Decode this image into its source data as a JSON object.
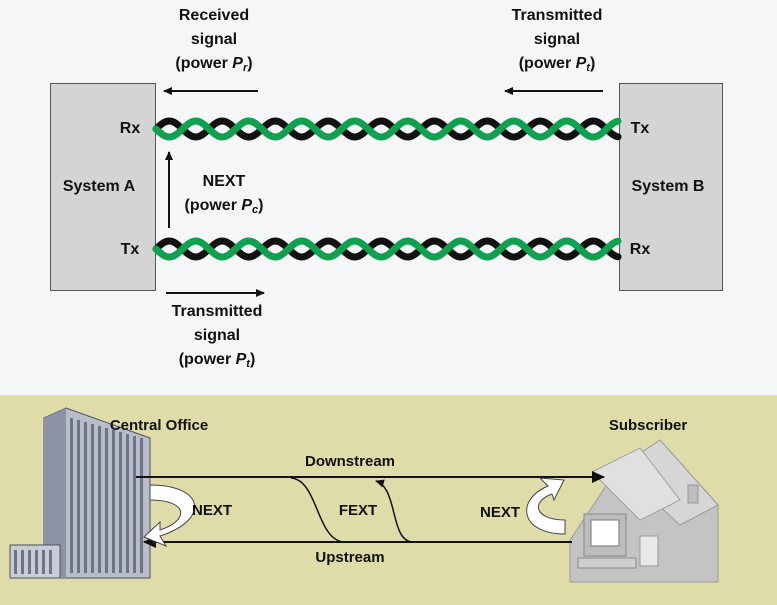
{
  "top": {
    "received": {
      "line1": "Received",
      "line2": "signal",
      "prefix": "(power ",
      "sym": "P",
      "sub": "r",
      "suffix": ")"
    },
    "transmitted_b": {
      "line1": "Transmitted",
      "line2": "signal",
      "prefix": "(power ",
      "sym": "P",
      "sub": "t",
      "suffix": ")"
    },
    "transmitted_a": {
      "line1": "Transmitted",
      "line2": "signal",
      "prefix": "(power ",
      "sym": "P",
      "sub": "t",
      "suffix": ")"
    },
    "next": {
      "line1": "NEXT",
      "prefix": "(power ",
      "sym": "P",
      "sub": "c",
      "suffix": ")"
    },
    "system_a": {
      "name": "System A",
      "rx": "Rx",
      "tx": "Tx"
    },
    "system_b": {
      "name": "System B",
      "tx": "Tx",
      "rx": "Rx"
    },
    "colors": {
      "pair_green": "#10a050",
      "pair_black": "#111111",
      "box": "#d4d4d4"
    }
  },
  "bottom": {
    "central_office": "Central Office",
    "subscriber": "Subscriber",
    "downstream": "Downstream",
    "upstream": "Upstream",
    "next_left": "NEXT",
    "fext": "FEXT",
    "next_right": "NEXT",
    "colors": {
      "background": "#dfdcaa"
    }
  }
}
